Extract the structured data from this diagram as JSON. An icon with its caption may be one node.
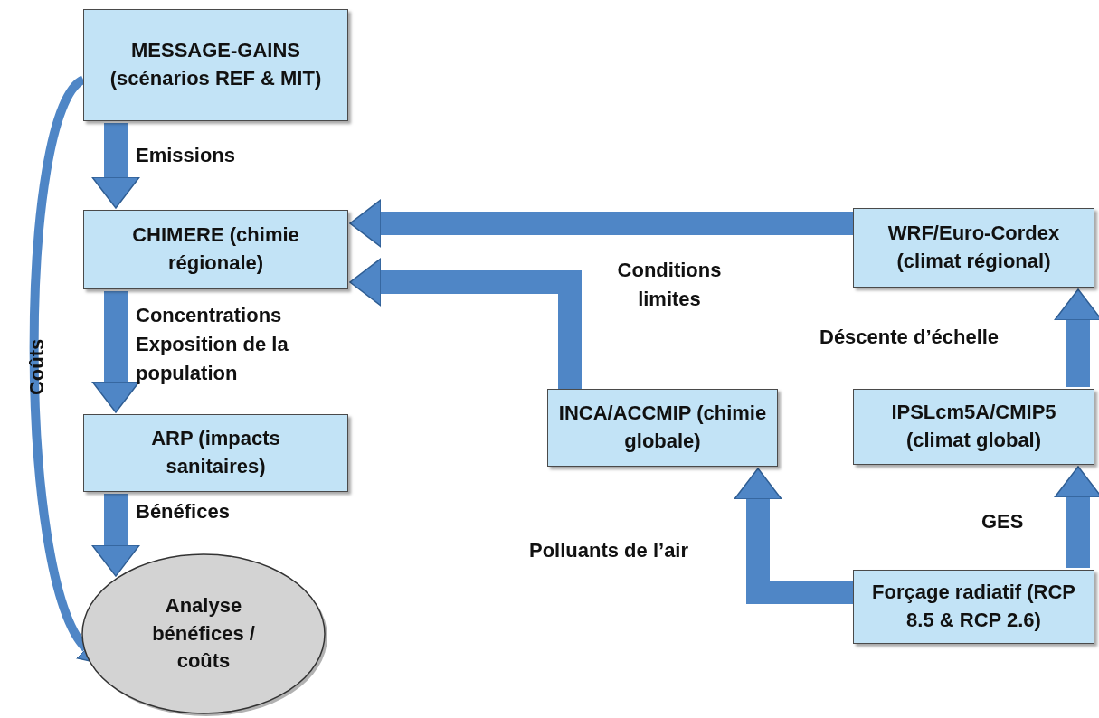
{
  "diagram": {
    "nodes": [
      {
        "text": [
          "MESSAGE-GAINS (scénarios REF & MIT)"
        ]
      },
      {
        "text": [
          "CHIMERE (chimie régionale)"
        ]
      },
      {
        "text": [
          "ARP (impacts sanitaires)"
        ]
      },
      {
        "text": [
          "Analyse bénéfices / coûts"
        ]
      },
      {
        "text": [
          "WRF/Euro-Cordex (climat régional)"
        ]
      },
      {
        "text": [
          "INCA/ACCMIP (chimie globale)"
        ]
      },
      {
        "text": [
          "IPSLcm5A/CMIP5 (climat global)"
        ]
      },
      {
        "text": [
          "Forçage radiatif (RCP 8.5 & RCP 2.6)"
        ]
      }
    ],
    "edges": [
      {
        "from": 0,
        "to": 1,
        "arrow": "to",
        "label": "Emissions"
      },
      {
        "from": 1,
        "to": 2,
        "arrow": "to",
        "label": "Concentrations Exposition de la population"
      },
      {
        "from": 2,
        "to": 3,
        "arrow": "to",
        "label": "Bénéfices"
      },
      {
        "from": 0,
        "to": 3,
        "arrow": "to",
        "label": "Coûts"
      },
      {
        "from": 4,
        "to": 1,
        "arrow": "to"
      },
      {
        "from": 5,
        "to": 1,
        "arrow": "to",
        "label": "Conditions limites"
      },
      {
        "from": 6,
        "to": 4,
        "arrow": "to",
        "label": "Déscente d’échelle"
      },
      {
        "from": 7,
        "to": 6,
        "arrow": "to",
        "label": "GES"
      },
      {
        "from": 7,
        "to": 5,
        "arrow": "to",
        "label": "Polluants de l’air"
      }
    ]
  }
}
